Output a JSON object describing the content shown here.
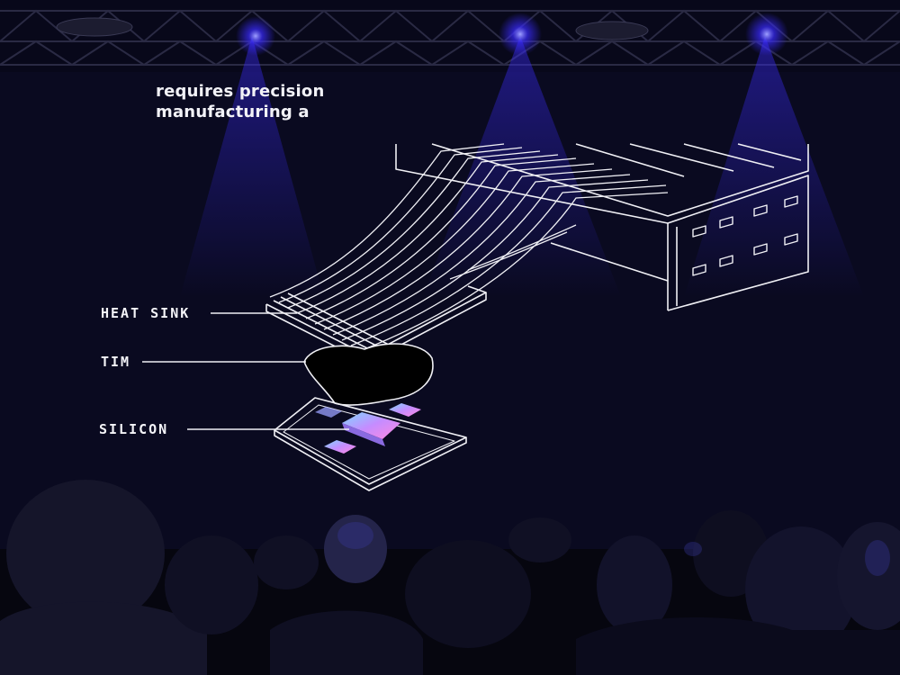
{
  "slide": {
    "headline_lines": [
      "requires precision",
      "manufacturing a"
    ],
    "callouts": {
      "heat_sink": "HEAT SINK",
      "tim": "TIM",
      "silicon": "SILICON"
    }
  },
  "colors": {
    "screen_background": "#0a0a20",
    "line_art": "#f0f0f5",
    "stage_light": "#3a2bff",
    "chip_gradient": [
      "#7fd8ff",
      "#c58cff",
      "#ff8ae0"
    ]
  }
}
